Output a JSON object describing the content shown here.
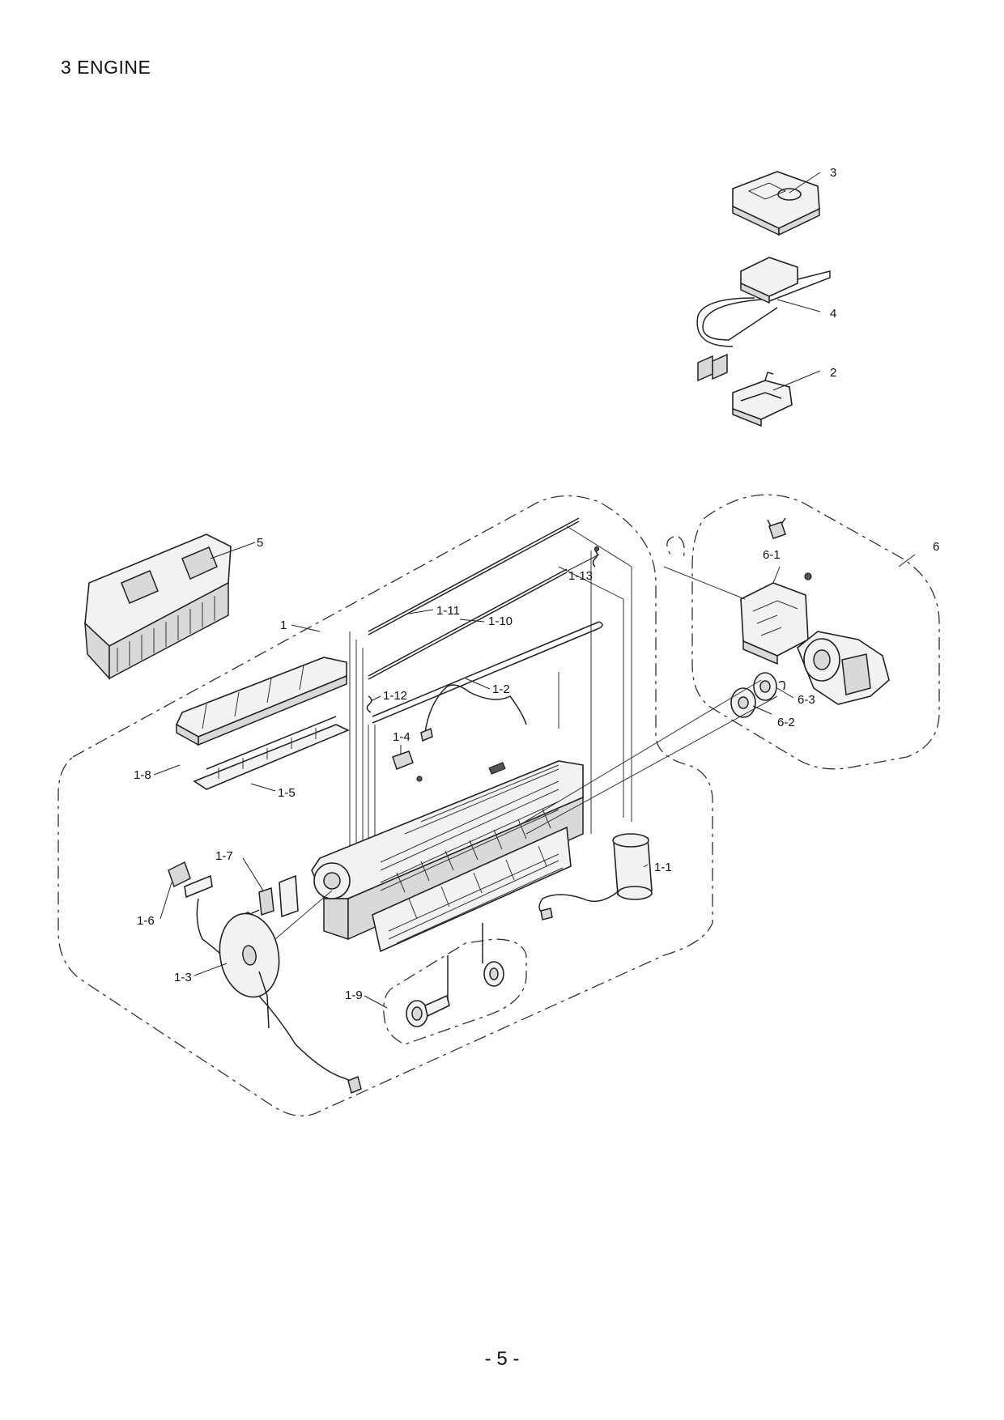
{
  "document": {
    "section_title": "3 ENGINE",
    "page_number": "- 5 -"
  },
  "callouts": {
    "c1": "1",
    "c1_1": "1-1",
    "c1_2": "1-2",
    "c1_3": "1-3",
    "c1_4": "1-4",
    "c1_5": "1-5",
    "c1_6": "1-6",
    "c1_7": "1-7",
    "c1_8": "1-8",
    "c1_9": "1-9",
    "c1_10": "1-10",
    "c1_11": "1-11",
    "c1_12": "1-12",
    "c1_13": "1-13",
    "c2": "2",
    "c3": "3",
    "c4": "4",
    "c5": "5",
    "c6": "6",
    "c6_1": "6-1",
    "c6_2": "6-2",
    "c6_3": "6-3"
  }
}
